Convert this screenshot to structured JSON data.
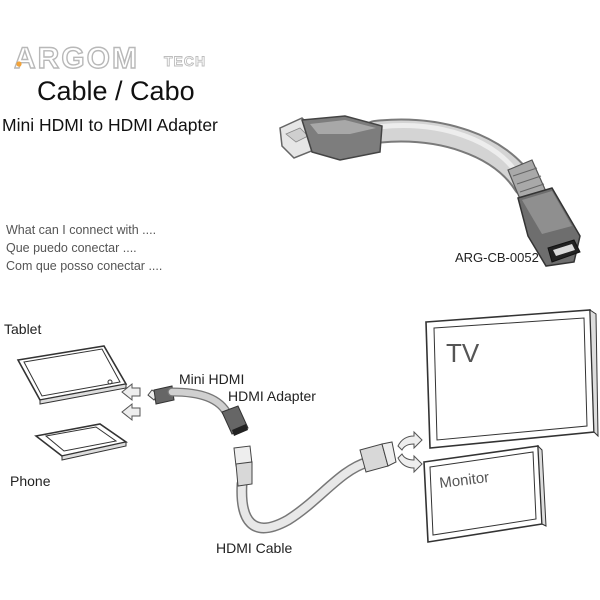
{
  "brand": {
    "name": "ARGOM",
    "suffix": "TECH"
  },
  "product": {
    "title": "Cable / Cabo",
    "subtitle": "Mini HDMI to HDMI Adapter",
    "model": "ARG-CB-0052"
  },
  "questions": [
    "What can I connect with ....",
    "Que puedo conectar ....",
    "Com que posso conectar ...."
  ],
  "diagram": {
    "tablet": "Tablet",
    "phone": "Phone",
    "mini_hdmi": "Mini HDMI",
    "hdmi_adapter": "HDMI Adapter",
    "hdmi_cable": "HDMI Cable",
    "tv": "TV",
    "monitor": "Monitor"
  },
  "colors": {
    "brand_accent": "#f2a33a",
    "outline": "#333333",
    "cable_gray": "#c9c9c9"
  }
}
